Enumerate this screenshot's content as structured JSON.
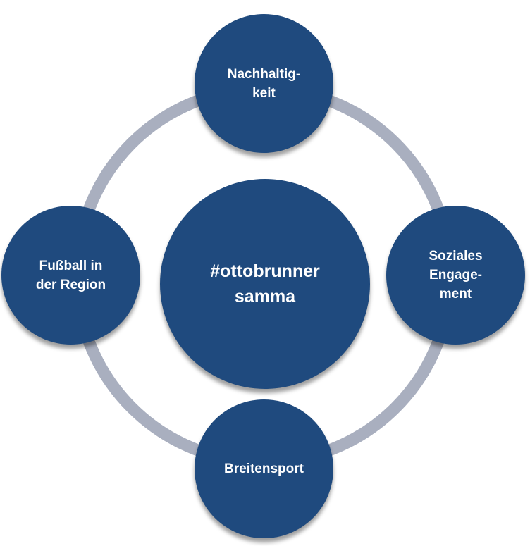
{
  "colors": {
    "node_fill": "#1f4a7e",
    "connector_ring": "#a9afbf",
    "text": "#ffffff",
    "background": "#ffffff"
  },
  "center": {
    "label": "#ottobrunner\nsamma"
  },
  "nodes": [
    {
      "id": "top",
      "label": "Nachhaltig-\nkeit"
    },
    {
      "id": "right",
      "label": "Soziales\nEngage-\nment"
    },
    {
      "id": "bottom",
      "label": "Breitensport"
    },
    {
      "id": "left",
      "label": "Fußball in\nder Region"
    }
  ]
}
